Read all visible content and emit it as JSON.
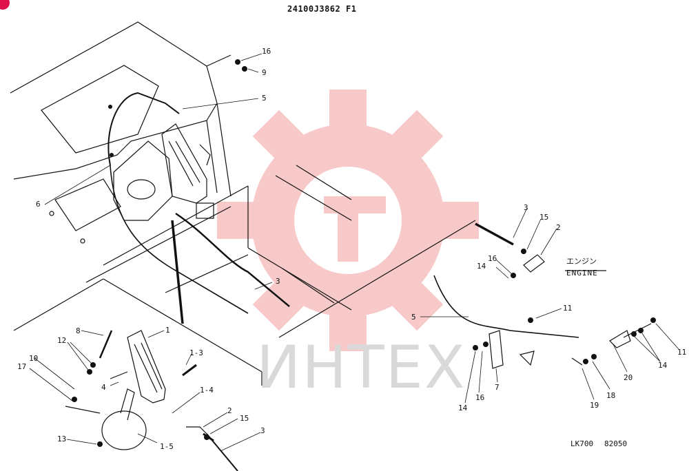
{
  "title": "24100J3862 F1",
  "footer": {
    "code": "LK700",
    "number": "82050"
  },
  "watermark": "ИНТЕХ",
  "engine_label": {
    "jp": "エンジン",
    "en": "ENGINE"
  },
  "callouts": [
    "16",
    "9",
    "5",
    "6",
    "3",
    "3",
    "15",
    "2",
    "16",
    "14",
    "11",
    "5",
    "14",
    "16",
    "7",
    "20",
    "14",
    "11",
    "19",
    "18",
    "8",
    "1",
    "12",
    "10",
    "17",
    "1-3",
    "4",
    "1-4",
    "2",
    "15",
    "13",
    "1-5",
    "3"
  ],
  "colors": {
    "line": "#111111",
    "watermark_logo": "#f7c9c9",
    "watermark_text": "#d9d9d9",
    "corner_badge": "#e0104a"
  }
}
